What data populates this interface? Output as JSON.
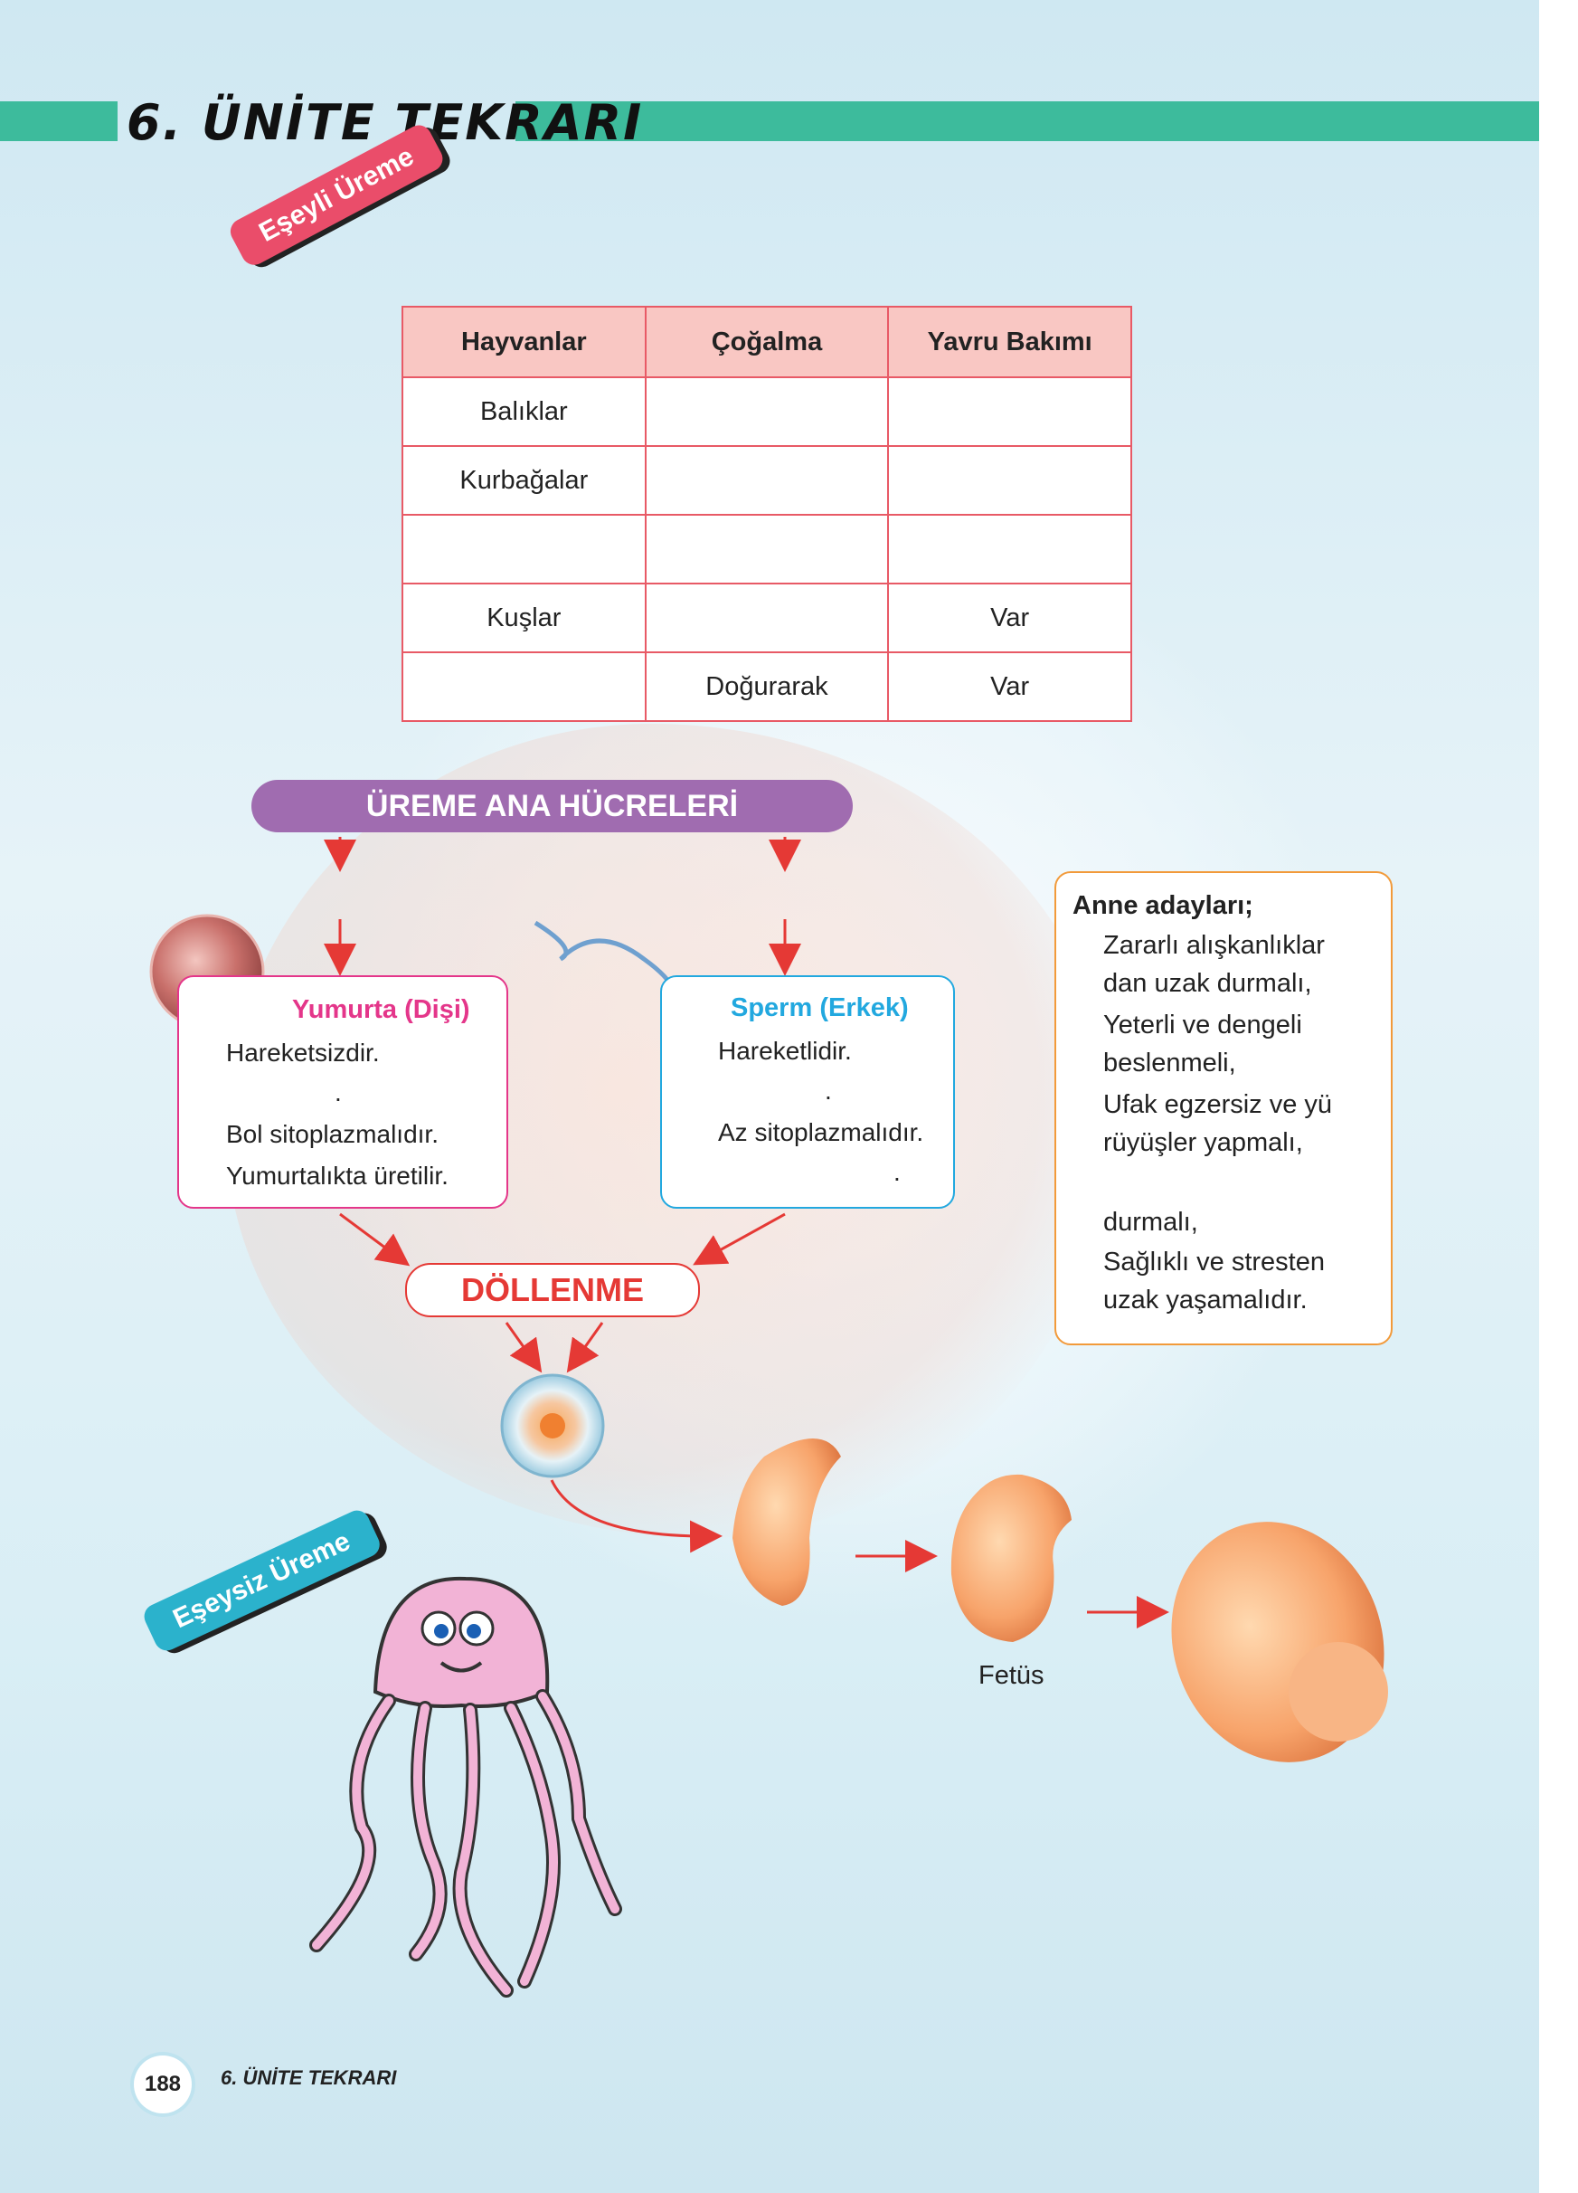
{
  "header": {
    "title": "6. ÜNİTE TEKRARI"
  },
  "sexual": {
    "ribbon": "Eşeyli Üreme",
    "table": {
      "headers": [
        "Hayvanlar",
        "Çoğalma",
        "Yavru Bakımı"
      ],
      "rows": [
        [
          "Balıklar",
          "",
          ""
        ],
        [
          "Kurbağalar",
          "",
          ""
        ],
        [
          "",
          "",
          ""
        ],
        [
          "Kuşlar",
          "",
          "Var"
        ],
        [
          "",
          "Doğurarak",
          "Var"
        ]
      ]
    }
  },
  "cells": {
    "banner": "ÜREME ANA HÜCRELERİ",
    "egg": {
      "title": "Yumurta (Dişi)",
      "lines": [
        "Hareketsizdir.",
        ".",
        "Bol sitoplazmalıdır.",
        "Yumurtalıkta üretilir."
      ]
    },
    "sperm": {
      "title": "Sperm (Erkek)",
      "lines": [
        "Hareketlidir.",
        ".",
        "Az sitoplazmalıdır.",
        "."
      ]
    },
    "fertilization": "DÖLLENME",
    "fetus_label": "Fetüs"
  },
  "mothers": {
    "title": "Anne adayları;",
    "lines": [
      "Zararlı alışkanlıklar",
      "dan uzak durmalı,",
      "Yeterli ve dengeli",
      "beslenmeli,",
      "Ufak egzersiz ve yü",
      "rüyüşler yapmalı,",
      "",
      "durmalı,",
      "Sağlıklı ve stresten",
      "uzak yaşamalıdır."
    ]
  },
  "asexual": {
    "ribbon": "Eşeysiz Üreme"
  },
  "footer": {
    "page": "188",
    "title": "6. ÜNİTE TEKRARI"
  },
  "colors": {
    "header_bar": "#3dbb9c",
    "table_border": "#e85a66",
    "table_header": "#f9c7c3",
    "banner": "#a06cb0",
    "egg_accent": "#e4368a",
    "sperm_accent": "#22a8df",
    "fert_red": "#e53935",
    "mothers_border": "#f29a3a"
  }
}
